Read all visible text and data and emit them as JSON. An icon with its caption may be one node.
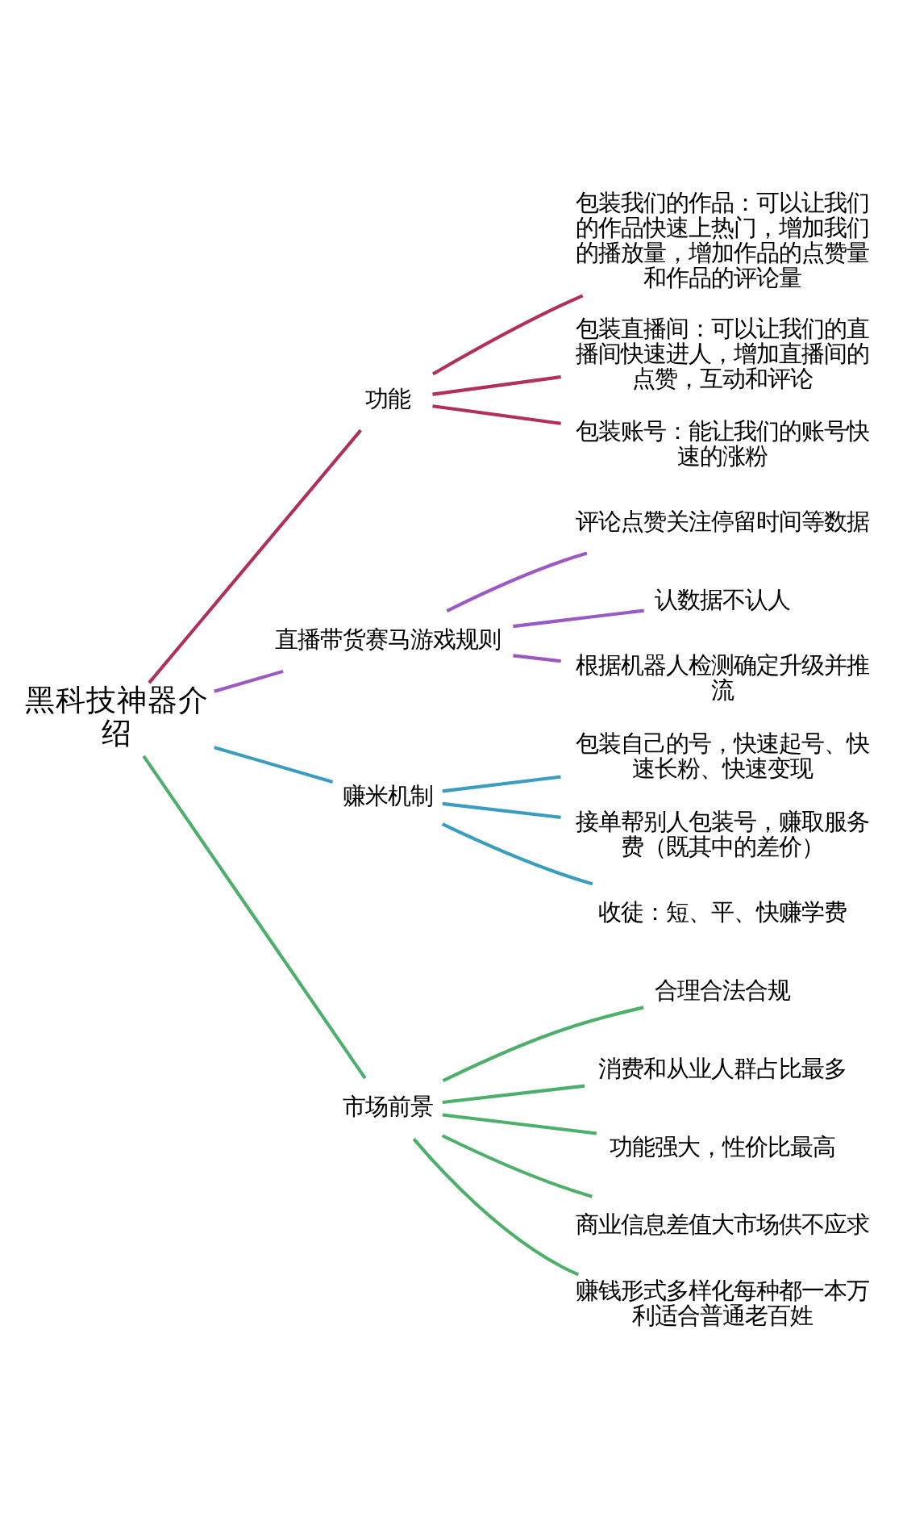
{
  "diagram": {
    "nodes": [
      {
        "text": [
          "黑科技神器介绍"
        ]
      },
      {
        "text": [
          "功能"
        ]
      },
      {
        "text": [
          "包装我们的作品：可以让我们的作品快速上热门，增加我们的播放量，增加作品的点赞量和作品的评论量"
        ]
      },
      {
        "text": [
          "包装直播间：可以让我们的直播间快速进人，增加直播间的点赞，互动和评论"
        ]
      },
      {
        "text": [
          "包装账号：能让我们的账号快速的涨粉"
        ]
      },
      {
        "text": [
          "直播带货赛马游戏规则"
        ]
      },
      {
        "text": [
          "评论点赞关注停留时间等数据"
        ]
      },
      {
        "text": [
          "认数据不认人"
        ]
      },
      {
        "text": [
          "根据机器人检测确定升级并推流"
        ]
      },
      {
        "text": [
          "赚米机制"
        ]
      },
      {
        "text": [
          "包装自己的号，快速起号、快速长粉、快速变现"
        ]
      },
      {
        "text": [
          "接单帮别人包装号，赚取服务费（既其中的差价）"
        ]
      },
      {
        "text": [
          "收徒：短、平、快赚学费"
        ]
      },
      {
        "text": [
          "市场前景"
        ]
      },
      {
        "text": [
          "合理合法合规"
        ]
      },
      {
        "text": [
          "消费和从业人群占比最多"
        ]
      },
      {
        "text": [
          "功能强大，性价比最高"
        ]
      },
      {
        "text": [
          "商业信息差值大市场供不应求"
        ]
      },
      {
        "text": [
          "赚钱形式多样化每种都一本万利适合普通老百姓"
        ]
      }
    ],
    "edges": [
      {
        "from": 0,
        "to": 1,
        "arrow": "none",
        "color": "#b0305a"
      },
      {
        "from": 1,
        "to": 2,
        "arrow": "none",
        "color": "#b0305a"
      },
      {
        "from": 1,
        "to": 3,
        "arrow": "none",
        "color": "#b0305a"
      },
      {
        "from": 1,
        "to": 4,
        "arrow": "none",
        "color": "#b0305a"
      },
      {
        "from": 0,
        "to": 5,
        "arrow": "none",
        "color": "#9b59c6"
      },
      {
        "from": 5,
        "to": 6,
        "arrow": "none",
        "color": "#9b59c6"
      },
      {
        "from": 5,
        "to": 7,
        "arrow": "none",
        "color": "#9b59c6"
      },
      {
        "from": 5,
        "to": 8,
        "arrow": "none",
        "color": "#9b59c6"
      },
      {
        "from": 0,
        "to": 9,
        "arrow": "none",
        "color": "#3a9cc0"
      },
      {
        "from": 9,
        "to": 10,
        "arrow": "none",
        "color": "#3a9cc0"
      },
      {
        "from": 9,
        "to": 11,
        "arrow": "none",
        "color": "#3a9cc0"
      },
      {
        "from": 9,
        "to": 12,
        "arrow": "none",
        "color": "#3a9cc0"
      },
      {
        "from": 0,
        "to": 13,
        "arrow": "none",
        "color": "#4caf6a"
      },
      {
        "from": 13,
        "to": 14,
        "arrow": "none",
        "color": "#4caf6a"
      },
      {
        "from": 13,
        "to": 15,
        "arrow": "none",
        "color": "#4caf6a"
      },
      {
        "from": 13,
        "to": 16,
        "arrow": "none",
        "color": "#4caf6a"
      },
      {
        "from": 13,
        "to": 17,
        "arrow": "none",
        "color": "#4caf6a"
      },
      {
        "from": 13,
        "to": 18,
        "arrow": "none",
        "color": "#4caf6a"
      }
    ]
  }
}
